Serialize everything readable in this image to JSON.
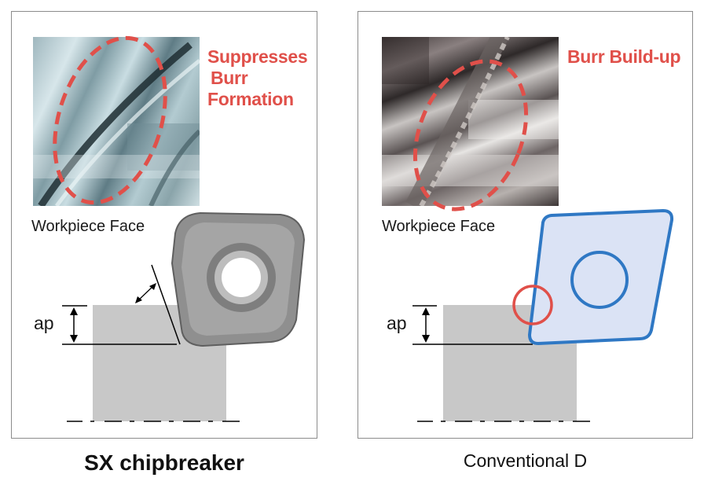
{
  "left_panel": {
    "callout_lines": [
      "Suppresses",
      "Burr",
      "Formation"
    ],
    "face_label": "Workpiece Face",
    "depth_label": "ap",
    "caption": "SX chipbreaker"
  },
  "right_panel": {
    "callout": "Burr Build-up",
    "face_label": "Workpiece Face",
    "depth_label": "ap",
    "caption": "Conventional D"
  },
  "colors": {
    "callout_red": "#e0504a",
    "insert_blue": "#2f78c4",
    "insert_fill": "#dbe3f5",
    "workpiece_gray": "#c8c8c8"
  }
}
